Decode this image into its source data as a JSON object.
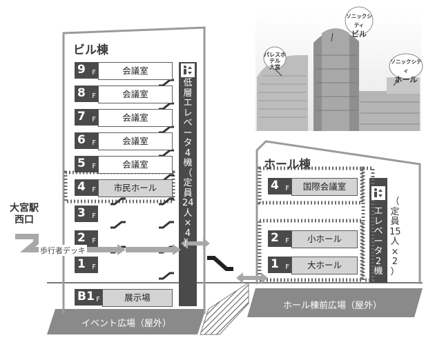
{
  "buildings": {
    "biru": {
      "title": "ビル棟",
      "floors": [
        {
          "num": "9",
          "suffix": "F",
          "room": "会議室"
        },
        {
          "num": "8",
          "suffix": "F",
          "room": "会議室"
        },
        {
          "num": "7",
          "suffix": "F",
          "room": "会議室"
        },
        {
          "num": "6",
          "suffix": "F",
          "room": "会議室"
        },
        {
          "num": "5",
          "suffix": "F",
          "room": "会議室"
        },
        {
          "num": "4",
          "suffix": "F",
          "room": "市民ホール"
        },
        {
          "num": "3",
          "suffix": "F",
          "room": ""
        },
        {
          "num": "2",
          "suffix": "F",
          "room": ""
        },
        {
          "num": "1",
          "suffix": "F",
          "room": ""
        },
        {
          "num": "B1",
          "suffix": "F",
          "room": "展示場"
        }
      ],
      "elevator_icon": "elevator-icon",
      "elevator_text": [
        "低",
        "層",
        "エ",
        "レ",
        "ベ",
        "ー",
        "タ",
        "4",
        "機",
        "（",
        "定",
        "員",
        "24",
        "人",
        "×",
        "4",
        "）"
      ]
    },
    "hall": {
      "title": "ホール棟",
      "floors": [
        {
          "num": "4",
          "suffix": "F",
          "room": "国際会議室"
        },
        {
          "num": "2",
          "suffix": "F",
          "room": "小ホール"
        },
        {
          "num": "1",
          "suffix": "F",
          "room": "大ホール"
        }
      ],
      "elevator_icon": "elevator-icon",
      "elevator_text": [
        "エ",
        "レ",
        "ベ",
        "ー",
        "タ",
        "2",
        "機"
      ],
      "elevator_capacity": [
        "（",
        "定",
        "員",
        "15",
        "人",
        "×",
        "2",
        "）"
      ]
    }
  },
  "labels": {
    "station_line1": "大宮駅",
    "station_line2": "西口",
    "deck": "歩行者デッキ",
    "event_plaza": "イベント広場（屋外）",
    "hall_plaza": "ホール棟前広場（屋外）"
  },
  "photo_labels": {
    "hotel_line1": "パレスホテル",
    "hotel_line2": "大宮",
    "sonic_biru_line1": "ソニックシティ",
    "sonic_biru_line2": "ビル",
    "sonic_hall_line1": "ソニックシティ",
    "sonic_hall_line2": "ホール"
  },
  "colors": {
    "dark": "#4a4a4a",
    "ground": "#8a8a8a",
    "dots": "#6a6a6a",
    "arrow": "#a8a8a8"
  }
}
